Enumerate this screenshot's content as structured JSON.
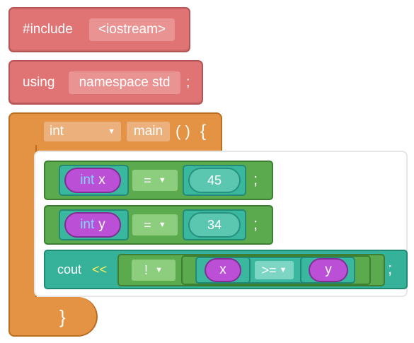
{
  "include_block": {
    "keyword": "#include",
    "header": "<iostream>"
  },
  "using_block": {
    "keyword": "using",
    "namespace": "namespace std",
    "semicolon": ";"
  },
  "main_block": {
    "return_type": "int",
    "name": "main",
    "parens": "( )",
    "open_brace": "{",
    "close_brace": "}"
  },
  "statements": [
    {
      "type_kw": "int",
      "var": "x",
      "op": "=",
      "value": "45",
      "semicolon": ";"
    },
    {
      "type_kw": "int",
      "var": "y",
      "op": "=",
      "value": "34",
      "semicolon": ";"
    }
  ],
  "cout_block": {
    "keyword": "cout",
    "stream_op": "<<",
    "not_op": "!",
    "left_var": "x",
    "compare_op": ">=",
    "right_var": "y",
    "semicolon": ";"
  },
  "colors": {
    "include_red": "#e07373",
    "main_orange": "#e39343",
    "statement_green": "#5baa4e",
    "expression_teal": "#36b29a",
    "variable_purple": "#bb4fd6",
    "type_keyword_blue": "#7fd8ff",
    "stream_op_yellow": "#f4ef5a"
  },
  "icons": {
    "dropdown": "caret-down"
  }
}
